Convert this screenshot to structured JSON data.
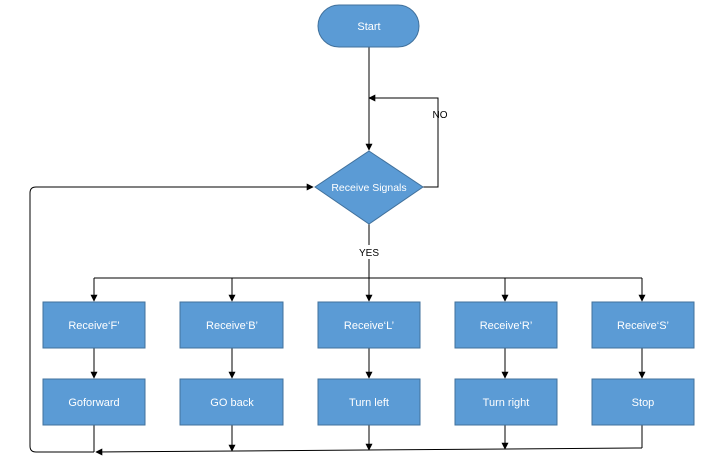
{
  "diagram": {
    "colors": {
      "node_fill": "#5B9BD5",
      "node_stroke": "#41719C",
      "node_text": "#FFFFFF",
      "edge": "#000000"
    },
    "start": {
      "label": "Start"
    },
    "decision": {
      "label": "Receive Signals"
    },
    "edge_labels": {
      "no": "NO",
      "yes": "YES"
    },
    "receive_nodes": [
      {
        "label": "Receive‘F’"
      },
      {
        "label": "Receive‘B’"
      },
      {
        "label": "Receive‘L’"
      },
      {
        "label": "Receive‘R’"
      },
      {
        "label": "Receive‘S’"
      }
    ],
    "action_nodes": [
      {
        "label": "Goforward"
      },
      {
        "label": "GO back"
      },
      {
        "label": "Turn left"
      },
      {
        "label": "Turn right"
      },
      {
        "label": "Stop"
      }
    ]
  }
}
